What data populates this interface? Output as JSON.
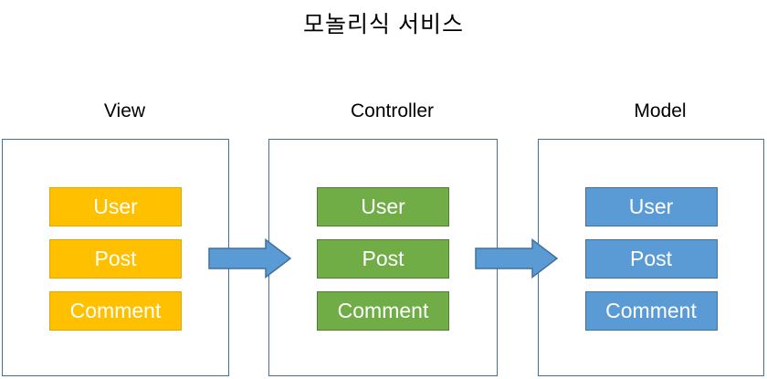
{
  "title": "모놀리식 서비스",
  "columns": [
    {
      "name": "View",
      "fill": "#FFC000",
      "item_border": "#E0A800",
      "items": [
        "User",
        "Post",
        "Comment"
      ]
    },
    {
      "name": "Controller",
      "fill": "#70AD47",
      "item_border": "#507E32",
      "items": [
        "User",
        "Post",
        "Comment"
      ]
    },
    {
      "name": "Model",
      "fill": "#5B9BD5",
      "item_border": "#41719C",
      "items": [
        "User",
        "Post",
        "Comment"
      ]
    }
  ],
  "arrows": [
    {
      "name": "view-to-controller",
      "direction": "right"
    },
    {
      "name": "controller-to-model",
      "direction": "right"
    }
  ],
  "colors": {
    "background": "#ffffff",
    "title_text": "#000000",
    "container_border": "#41719C",
    "arrow_fill": "#5B9BD5",
    "arrow_border": "#41719C"
  }
}
